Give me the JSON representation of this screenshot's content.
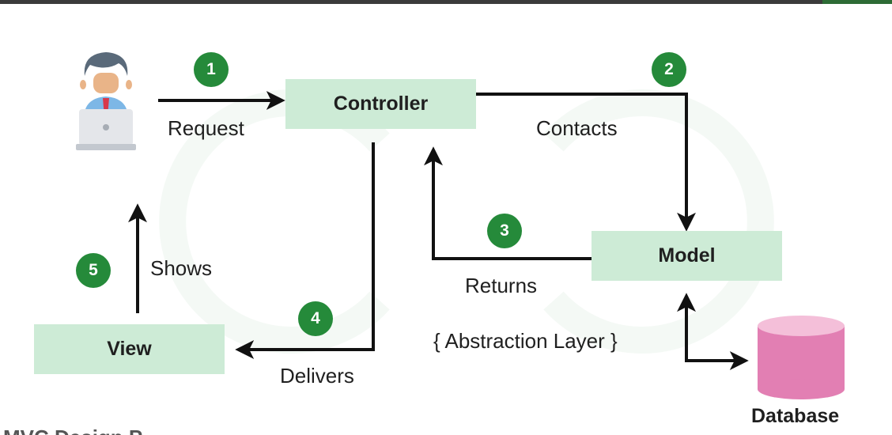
{
  "components": {
    "controller": "Controller",
    "model": "Model",
    "view": "View",
    "database": "Database"
  },
  "steps": [
    {
      "number": "1",
      "label": "Request"
    },
    {
      "number": "2",
      "label": "Contacts"
    },
    {
      "number": "3",
      "label": "Returns"
    },
    {
      "number": "4",
      "label": "Delivers"
    },
    {
      "number": "5",
      "label": "Shows"
    }
  ],
  "abstraction_label": "{ Abstraction Layer }",
  "cut_off_caption": "MVC Design P",
  "colors": {
    "box_fill": "#cdebd6",
    "step_badge": "#258a3a",
    "database": "#e27fb3",
    "arrow": "#111111"
  },
  "icons": {
    "user": "user-at-laptop-icon",
    "database": "database-cylinder-icon"
  }
}
